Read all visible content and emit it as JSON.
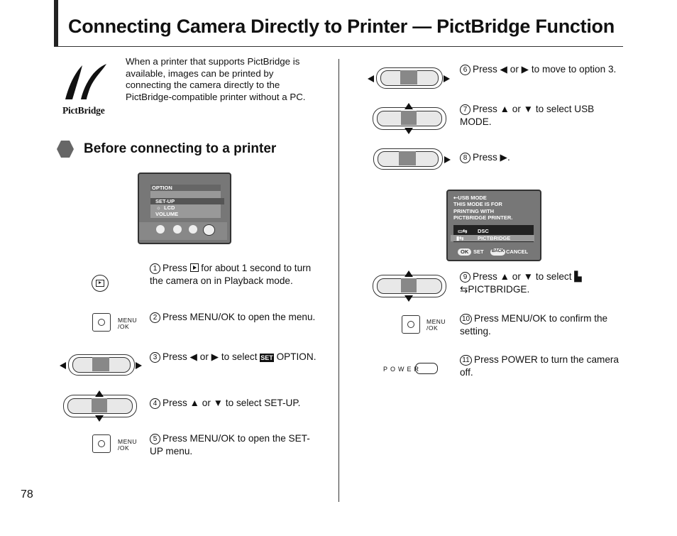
{
  "title": "Connecting Camera Directly to Printer — PictBridge Function",
  "logo_text": "PictBridge",
  "intro": "When a printer that supports PictBridge is available, images can be printed by connecting the camera directly to the PictBridge-compatible printer without a PC.",
  "section_heading": "Before connecting to a printer",
  "page_number": "78",
  "button_label_menu_1": "MENU",
  "button_label_menu_2": "/OK",
  "button_label_power": "POWER",
  "option_screen": {
    "header": "OPTION",
    "item_setup": "SET-UP",
    "item_lcd": "LCD",
    "item_volume": "VOLUME"
  },
  "usb_screen": {
    "title": "USB MODE",
    "line1": "THIS MODE IS FOR",
    "line2": "PRINTING WITH",
    "line3": "PICTBRIDGE PRINTER.",
    "opt_dsc": "DSC",
    "opt_pictbridge": "PICTBRIDGE",
    "btn_ok": "OK",
    "btn_set": "SET",
    "btn_back": "BACK",
    "btn_cancel": "CANCEL"
  },
  "steps": [
    {
      "num": "1",
      "before": "Press ",
      "after": " for about 1 second to turn the camera on in Playback mode."
    },
    {
      "num": "2",
      "text": "Press MENU/OK to open the menu."
    },
    {
      "num": "3",
      "before": "Press ",
      "mid": " or ",
      "after": " to select ",
      "end": " OPTION."
    },
    {
      "num": "4",
      "before": "Press ",
      "mid": " or ",
      "after": " to select SET-UP."
    },
    {
      "num": "5",
      "text": "Press MENU/OK to open the SET-UP menu."
    },
    {
      "num": "6",
      "before": "Press ",
      "mid": " or ",
      "after": " to move to option 3."
    },
    {
      "num": "7",
      "before": "Press ",
      "mid": " or ",
      "after": " to select USB MODE."
    },
    {
      "num": "8",
      "before": "Press ",
      "after": "."
    },
    {
      "num": "9",
      "before": "Press ",
      "mid": " or ",
      "after": " to select ",
      "end": "PICTBRIDGE."
    },
    {
      "num": "10",
      "text": "Press MENU/OK to confirm the setting."
    },
    {
      "num": "11",
      "text": "Press POWER to turn the camera off."
    }
  ]
}
